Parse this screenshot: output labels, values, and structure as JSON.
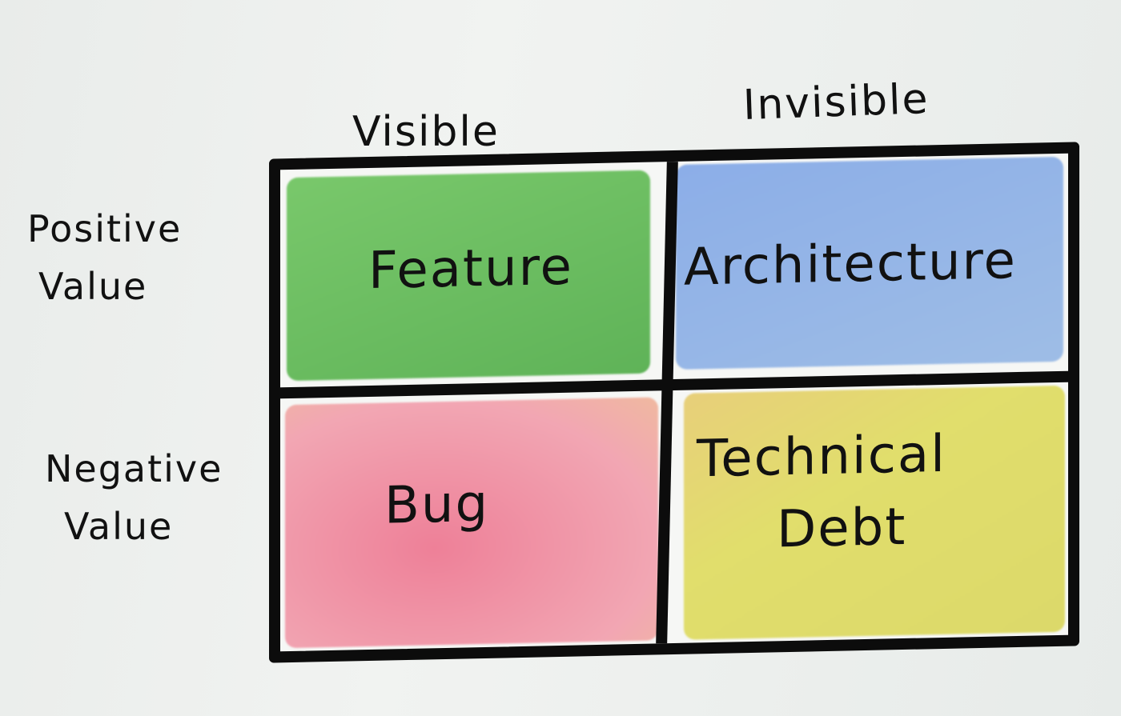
{
  "diagram": {
    "columns": [
      "Visible",
      "Invisible"
    ],
    "rows": [
      {
        "label_line1": "Positive",
        "label_line2": "Value"
      },
      {
        "label_line1": "Negative",
        "label_line2": "Value"
      }
    ],
    "cells": {
      "top_left": {
        "line1": "Feature",
        "line2": "",
        "color": "#6dbf62"
      },
      "top_right": {
        "line1": "Architecture",
        "line2": "",
        "color": "#8fb2e6"
      },
      "bottom_left": {
        "line1": "Bug",
        "line2": "",
        "color": "#ef8ea3"
      },
      "bottom_right": {
        "line1": "Technical",
        "line2": "Debt",
        "color": "#e3df6e"
      }
    }
  }
}
